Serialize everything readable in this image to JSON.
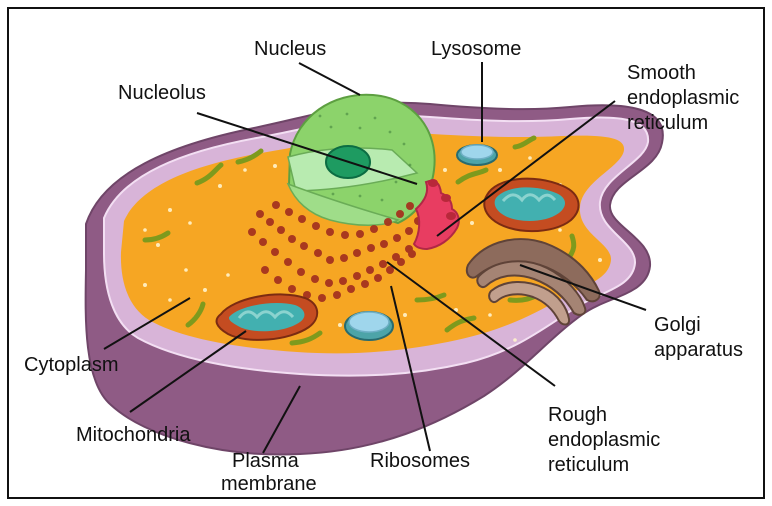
{
  "labels": {
    "nucleus": "Nucleus",
    "lysosome": "Lysosome",
    "nucleolus": "Nucleolus",
    "smooth_er": [
      "Smooth",
      "endoplasmic",
      "reticulum"
    ],
    "golgi": [
      "Golgi",
      "apparatus"
    ],
    "cytoplasm": "Cytoplasm",
    "mitochondria": "Mitochondria",
    "plasma_membrane": [
      "Plasma",
      "membrane"
    ],
    "ribosomes": "Ribosomes",
    "rough_er": [
      "Rough",
      "endoplasmic",
      "reticulum"
    ]
  },
  "colors": {
    "cytoplasm": "#f6a623",
    "membrane_outer": "#8f5b85",
    "membrane_inner": "#d8b4d8",
    "nucleus": "#8cd36b",
    "nucleolus": "#1e9b61",
    "mitochondria_outer": "#c44c21",
    "mitochondria_inner": "#42b0b0",
    "rough_er": "#a5331f",
    "smooth_er": "#e83d61",
    "golgi": "#8d6b5c",
    "lysosome": "#9fd6ec",
    "ribosome_dots": "#fff4cc"
  },
  "icons": {
    "cell": "animal-cell-icon"
  }
}
